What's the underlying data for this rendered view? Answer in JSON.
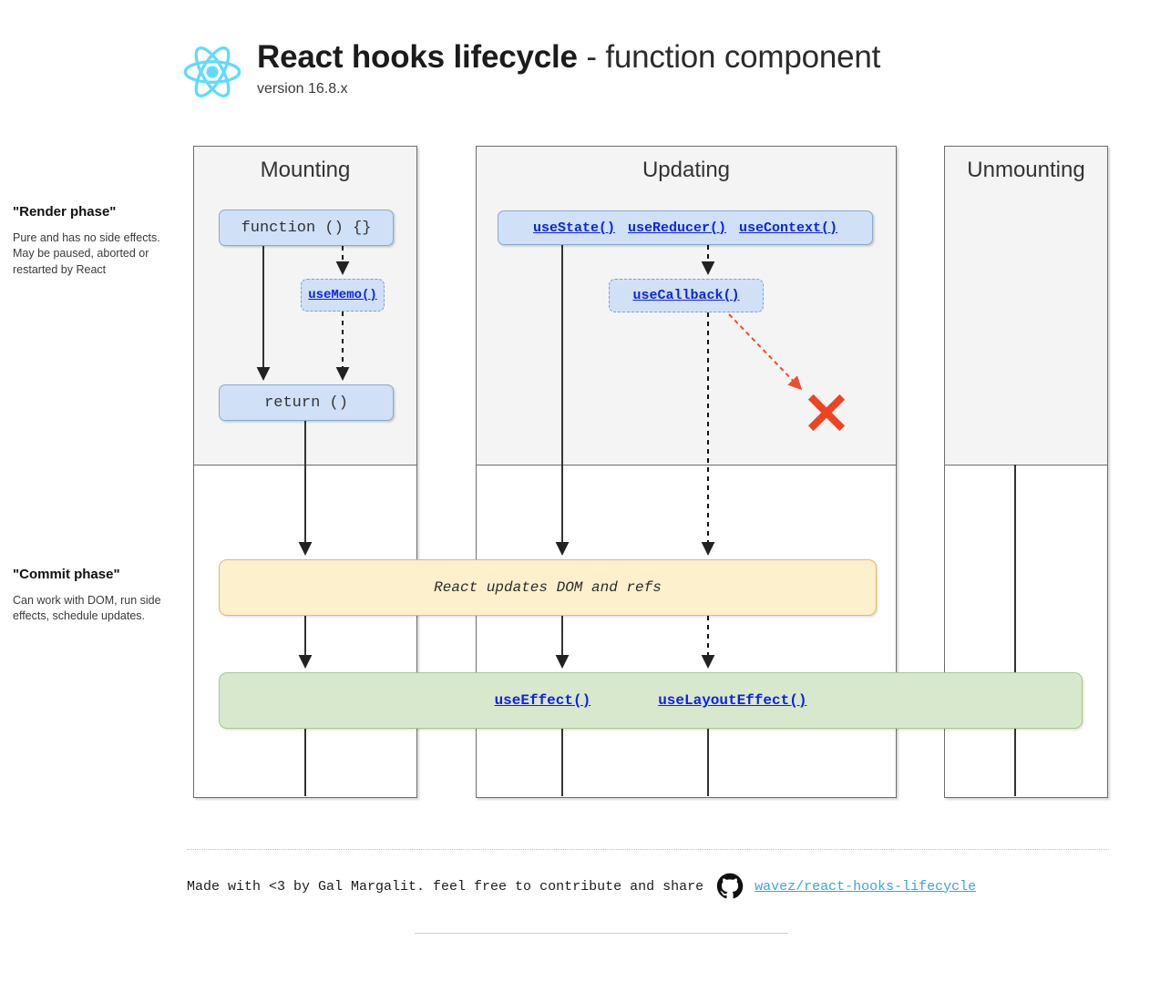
{
  "header": {
    "logo": "react-logo",
    "title_strong": "React hooks lifecycle",
    "title_rest": " - function component",
    "version": "version 16.8.x"
  },
  "phases": [
    {
      "id": "render",
      "title": "\"Render phase\"",
      "description": "Pure and has no side effects. May be paused, aborted or restarted by React"
    },
    {
      "id": "commit",
      "title": "\"Commit phase\"",
      "description": "Can work with DOM, run side effects, schedule updates."
    }
  ],
  "columns": [
    {
      "id": "mounting",
      "title": "Mounting"
    },
    {
      "id": "updating",
      "title": "Updating"
    },
    {
      "id": "unmounting",
      "title": "Unmounting"
    }
  ],
  "nodes": {
    "function": "function () {}",
    "usememo": "useMemo()",
    "return": "return ()",
    "usestate": "useState()",
    "usereducer": "useReducer()",
    "usecontext": "useContext()",
    "usecallback": "useCallback()"
  },
  "commit": {
    "dom_box": "React updates DOM and refs",
    "useeffect": "useEffect()",
    "uselayouteffect": "useLayoutEffect()"
  },
  "markers": {
    "red_x": "red-x-mark"
  },
  "footer": {
    "text": "Made with <3 by Gal Margalit. feel free to contribute and share",
    "icon": "github-icon",
    "link": "wavez/react-hooks-lifecycle"
  },
  "colors": {
    "react_blue": "#61DAFB",
    "hook_link": "#0b22f0",
    "footer_link": "#3aa3e8",
    "node_blue_fill": "#cfe0f7",
    "dom_box_fill": "#fdf0cc",
    "effects_box_fill": "#d8e8cd",
    "red_x": "#ee4422",
    "phase_bg": "#f4f4f4"
  }
}
